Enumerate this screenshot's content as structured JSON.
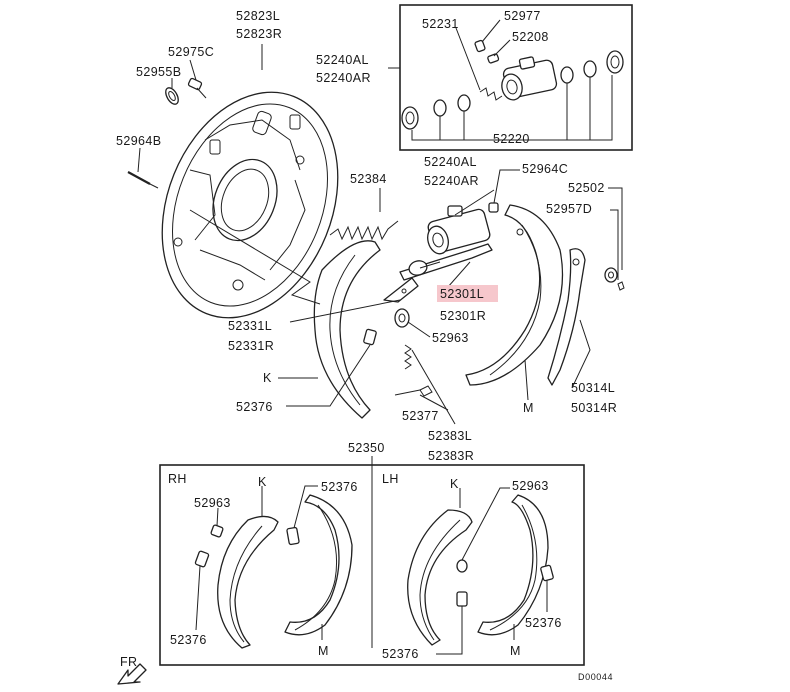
{
  "labels": {
    "p52823": [
      "52823L",
      "52823R"
    ],
    "p52975C": "52975C",
    "p52955B": "52955B",
    "p52964B": "52964B",
    "p52240_top": [
      "52240AL",
      "52240AR"
    ],
    "p52231": "52231",
    "p52977": "52977",
    "p52208": "52208",
    "p52220": "52220",
    "p52384": "52384",
    "p52240_mid": [
      "52240AL",
      "52240AR"
    ],
    "p52964C": "52964C",
    "p52502": "52502",
    "p52957D": "52957D",
    "p52301": [
      "52301L",
      "52301R"
    ],
    "p52331": [
      "52331L",
      "52331R"
    ],
    "p52963_mid": "52963",
    "kMid": "K",
    "p52376_mid": "52376",
    "p52377": "52377",
    "p52383": [
      "52383L",
      "52383R"
    ],
    "mMid": "M",
    "p50314": [
      "50314L",
      "50314R"
    ],
    "p52350": "52350",
    "rh": "RH",
    "lh": "LH",
    "kRH": "K",
    "p52376_rhTop": "52376",
    "p52963_rh": "52963",
    "p52376_rhBottom": "52376",
    "mRH": "M",
    "kLH": "K",
    "p52963_lh": "52963",
    "p52376_lhRight": "52376",
    "p52376_lhBottom": "52376",
    "mLH": "M",
    "fr": "FR",
    "code": "D00044"
  },
  "highlight": {
    "part": "52301L",
    "color": "#f6c7cc"
  }
}
